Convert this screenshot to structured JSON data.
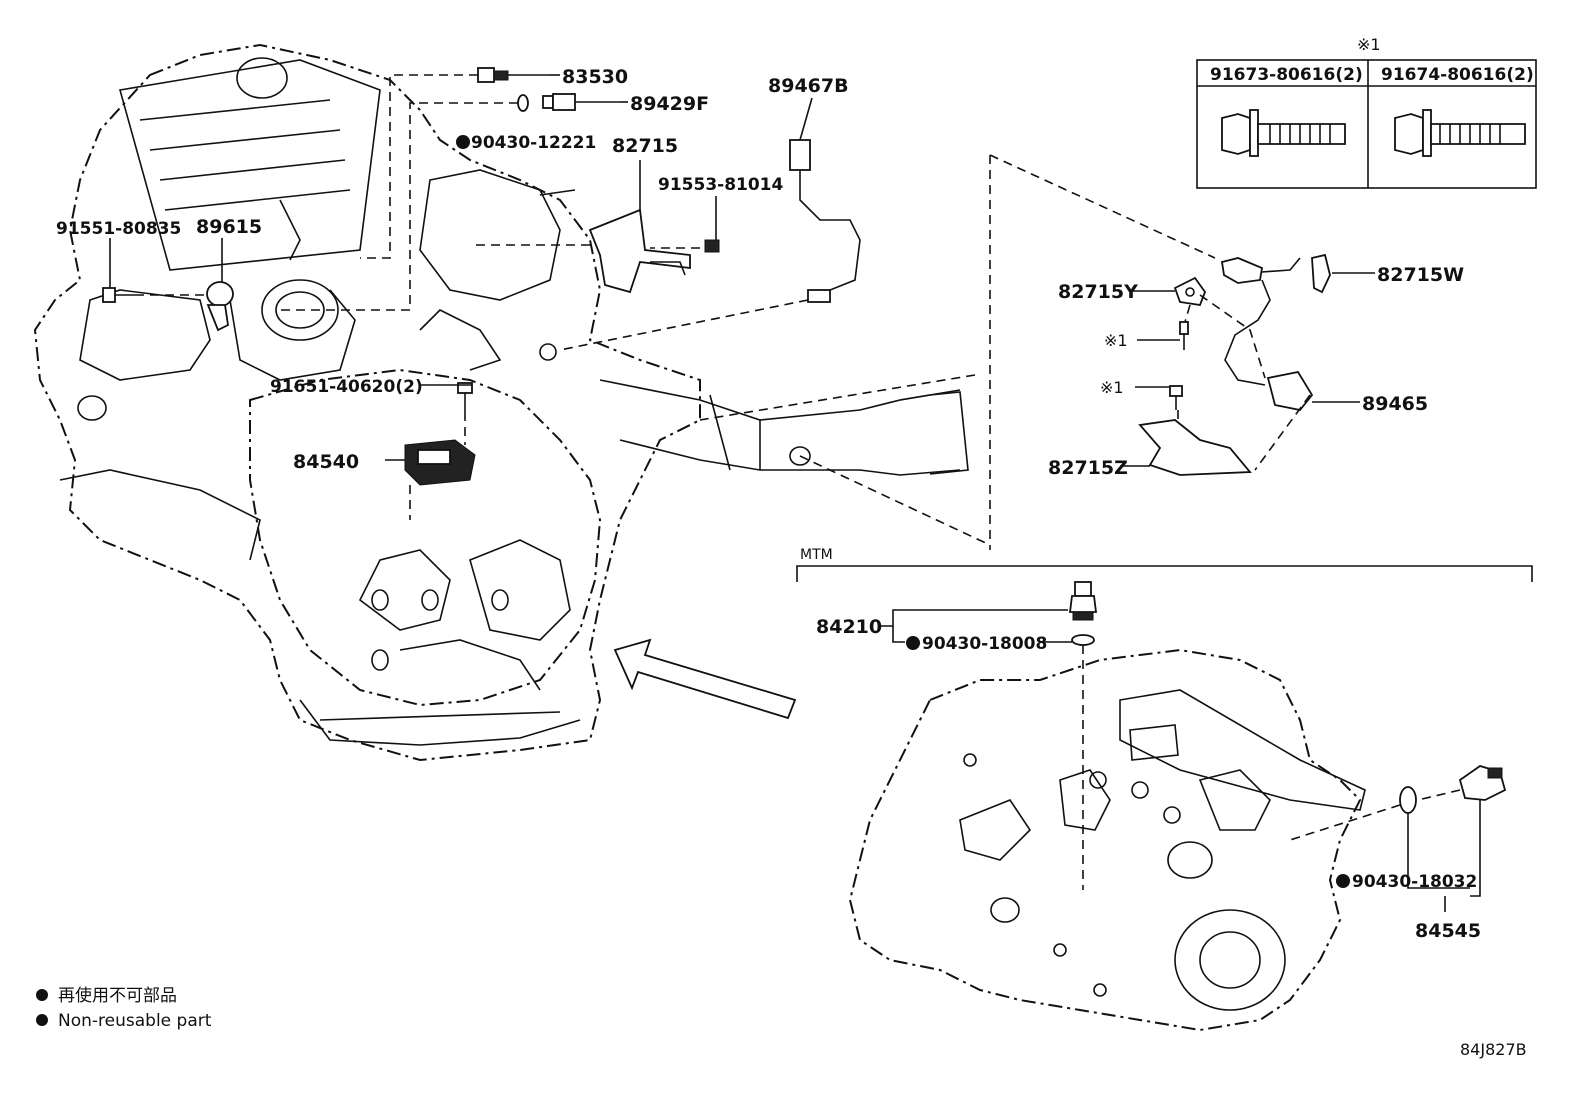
{
  "parts": {
    "p83530": "83530",
    "p89429F": "89429F",
    "p90430_12221": "90430-12221",
    "p82715": "82715",
    "p91553_81014": "91553-81014",
    "p89467B": "89467B",
    "p91551_80835": "91551-80835",
    "p89615": "89615",
    "p91651_40620": "91651-40620(2)",
    "p84540": "84540",
    "p82715Y": "82715Y",
    "p82715W": "82715W",
    "p89465": "89465",
    "p82715Z": "82715Z",
    "p84210": "84210",
    "p90430_18008": "90430-18008",
    "p90430_18032": "90430-18032",
    "p84545": "84545"
  },
  "ref_marks": {
    "star1_a": "※1",
    "star1_b": "※1",
    "star1_table": "※1"
  },
  "bolt_table": {
    "col1": "91673-80616(2)",
    "col2": "91674-80616(2)"
  },
  "section_label": "MTM",
  "legend": {
    "line1": "再使用不可部品",
    "line2": "Non-reusable part"
  },
  "figure_code": "84J827B",
  "colors": {
    "ink": "#111111",
    "background": "#ffffff"
  }
}
